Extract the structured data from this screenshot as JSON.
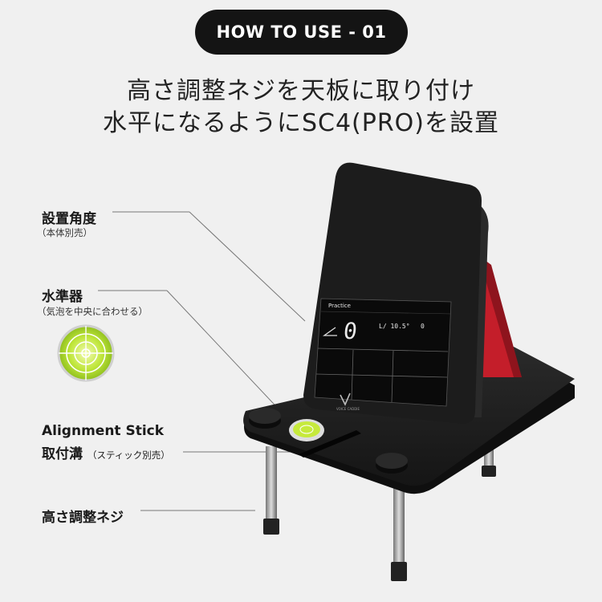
{
  "header": {
    "badge": "HOW TO USE - 01"
  },
  "headline": {
    "line1": "高さ調整ネジを天板に取り付け",
    "line2": "水平になるようにSC4(PRO)を設置"
  },
  "callouts": {
    "angle": {
      "title": "設置角度",
      "sub": "（本体別売）"
    },
    "level": {
      "title": "水準器",
      "sub": "（気泡を中央に合わせる）"
    },
    "stick": {
      "title_line1": "Alignment Stick",
      "title_line2": "取付溝",
      "sub": "（スティック別売）"
    },
    "screw": {
      "title": "高さ調整ネジ"
    }
  },
  "device": {
    "screen_mode": "Practice",
    "big_digit": "0",
    "readout": "L/ 10.5°",
    "count": "0",
    "brand": "VOICE CADDIE"
  },
  "colors": {
    "background": "#f0f0f0",
    "badge_bg": "#141414",
    "device_body": "#1c1c1c",
    "kickstand": "#c41e2a",
    "level_bubble": "#b8e234"
  }
}
